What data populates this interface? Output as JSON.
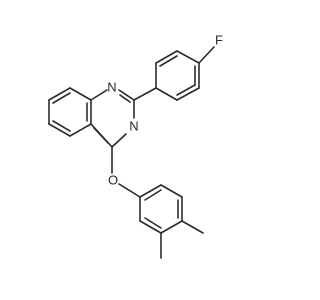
{
  "molecule": {
    "atoms": {
      "n1": "N",
      "n3": "N",
      "f": "F",
      "o": "O"
    }
  }
}
